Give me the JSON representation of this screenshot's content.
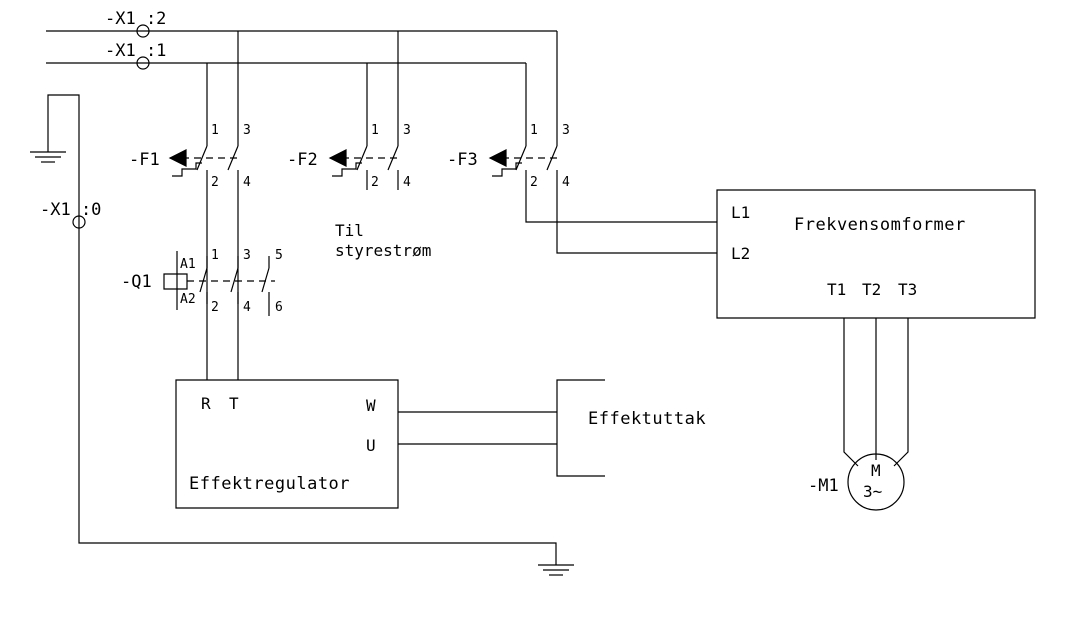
{
  "terminals": {
    "x1_2": "-X1 :2",
    "x1_1": "-X1 :1",
    "x1_0": "-X1 :0"
  },
  "breakers": [
    {
      "tag": "-F1",
      "pins": [
        "1",
        "3",
        "2",
        "4"
      ]
    },
    {
      "tag": "-F2",
      "pins": [
        "1",
        "3",
        "2",
        "4"
      ]
    },
    {
      "tag": "-F3",
      "pins": [
        "1",
        "3",
        "2",
        "4"
      ]
    }
  ],
  "contactor": {
    "tag": "-Q1",
    "coil": [
      "A1",
      "A2"
    ],
    "pins": [
      "1",
      "3",
      "5",
      "2",
      "4",
      "6"
    ]
  },
  "note": [
    "Til",
    "styrestrøm"
  ],
  "power_regulator": {
    "title": "Effektregulator",
    "inputs": [
      "R",
      "T"
    ],
    "outputs": [
      "W",
      "U"
    ]
  },
  "outlet": {
    "label": "Effektuttak"
  },
  "frequency_converter": {
    "title": "Frekvensomformer",
    "inputs": [
      "L1",
      "L2"
    ],
    "outputs": [
      "T1",
      "T2",
      "T3"
    ]
  },
  "motor": {
    "tag": "-M1",
    "symbol": "M",
    "phase": "3~"
  },
  "icons": [
    "ground-icon",
    "terminal-icon",
    "breaker-icon",
    "contactor-coil-icon",
    "motor-icon"
  ]
}
